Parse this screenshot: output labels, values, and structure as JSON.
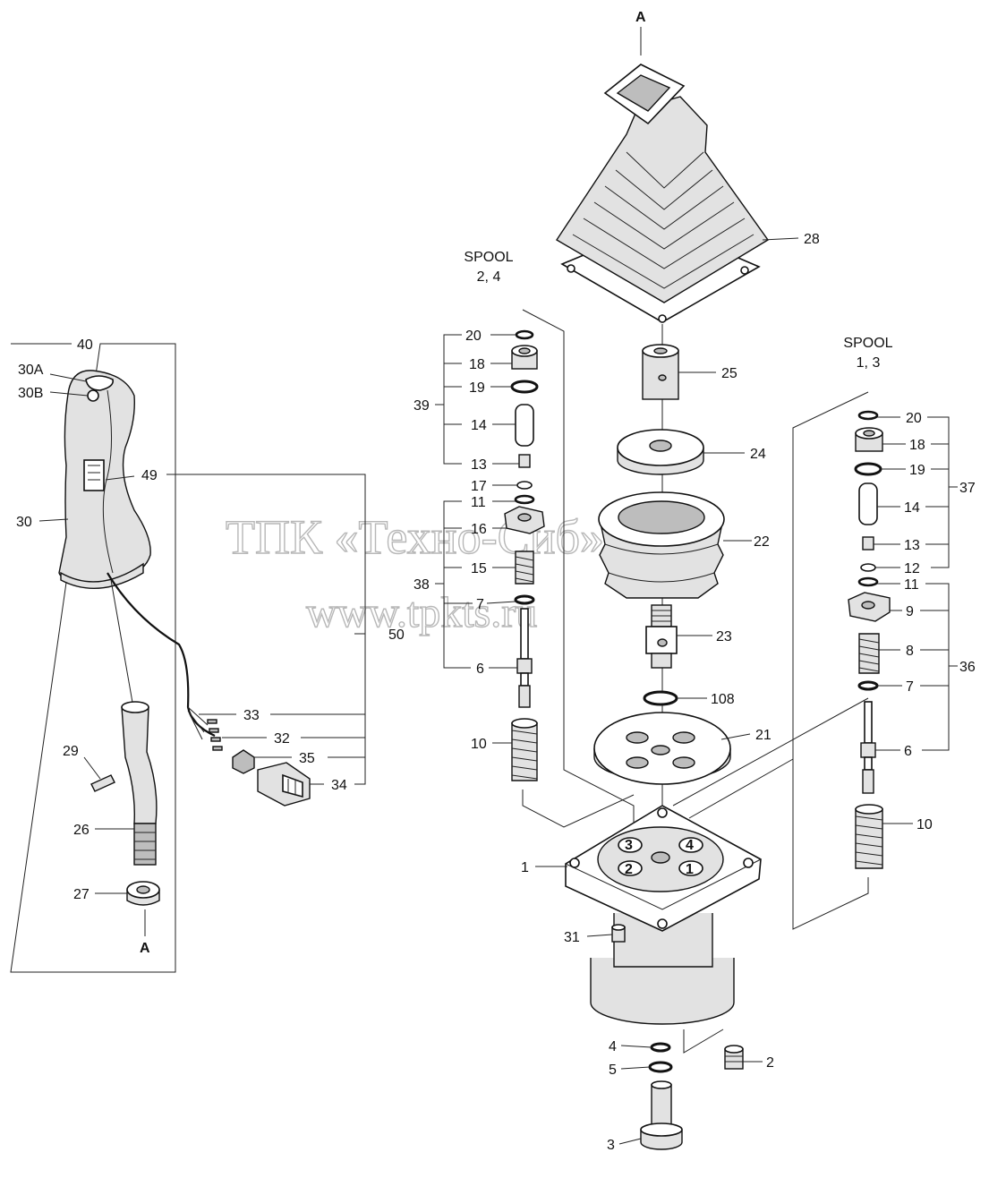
{
  "top_marker": "A",
  "bottom_marker": "A",
  "spool_left": {
    "title": "SPOOL",
    "numbers": "2, 4"
  },
  "spool_right": {
    "title": "SPOOL",
    "numbers": "1, 3"
  },
  "watermark": {
    "line1": "ТПК «Техно-Сиб»",
    "line2": "www.tpkts.ru"
  },
  "callouts": [
    {
      "id": "c28",
      "text": "28"
    },
    {
      "id": "c25",
      "text": "25"
    },
    {
      "id": "c24",
      "text": "24"
    },
    {
      "id": "c22",
      "text": "22"
    },
    {
      "id": "c23",
      "text": "23"
    },
    {
      "id": "c108",
      "text": "108"
    },
    {
      "id": "c21",
      "text": "21"
    },
    {
      "id": "c1",
      "text": "1"
    },
    {
      "id": "c31",
      "text": "31"
    },
    {
      "id": "c4",
      "text": "4"
    },
    {
      "id": "c5",
      "text": "5"
    },
    {
      "id": "c2",
      "text": "2"
    },
    {
      "id": "c3",
      "text": "3"
    },
    {
      "id": "l20",
      "text": "20"
    },
    {
      "id": "l18",
      "text": "18"
    },
    {
      "id": "l19",
      "text": "19"
    },
    {
      "id": "l39",
      "text": "39"
    },
    {
      "id": "l14",
      "text": "14"
    },
    {
      "id": "l13",
      "text": "13"
    },
    {
      "id": "l17",
      "text": "17"
    },
    {
      "id": "l11",
      "text": "11"
    },
    {
      "id": "l16",
      "text": "16"
    },
    {
      "id": "l15",
      "text": "15"
    },
    {
      "id": "l38",
      "text": "38"
    },
    {
      "id": "l7",
      "text": "7"
    },
    {
      "id": "l6",
      "text": "6"
    },
    {
      "id": "l10",
      "text": "10"
    },
    {
      "id": "r20",
      "text": "20"
    },
    {
      "id": "r18",
      "text": "18"
    },
    {
      "id": "r19",
      "text": "19"
    },
    {
      "id": "r37",
      "text": "37"
    },
    {
      "id": "r14",
      "text": "14"
    },
    {
      "id": "r13",
      "text": "13"
    },
    {
      "id": "r12",
      "text": "12"
    },
    {
      "id": "r11",
      "text": "11"
    },
    {
      "id": "r9",
      "text": "9"
    },
    {
      "id": "r8",
      "text": "8"
    },
    {
      "id": "r36",
      "text": "36"
    },
    {
      "id": "r7",
      "text": "7"
    },
    {
      "id": "r6",
      "text": "6"
    },
    {
      "id": "r10",
      "text": "10"
    },
    {
      "id": "h40",
      "text": "40"
    },
    {
      "id": "h30A",
      "text": "30A"
    },
    {
      "id": "h30B",
      "text": "30B"
    },
    {
      "id": "h49",
      "text": "49"
    },
    {
      "id": "h30",
      "text": "30"
    },
    {
      "id": "h50",
      "text": "50"
    },
    {
      "id": "h33",
      "text": "33"
    },
    {
      "id": "h32",
      "text": "32"
    },
    {
      "id": "h35",
      "text": "35"
    },
    {
      "id": "h34",
      "text": "34"
    },
    {
      "id": "h29",
      "text": "29"
    },
    {
      "id": "h26",
      "text": "26"
    },
    {
      "id": "h27",
      "text": "27"
    }
  ],
  "port_numbers": [
    "3",
    "4",
    "2",
    "1"
  ]
}
